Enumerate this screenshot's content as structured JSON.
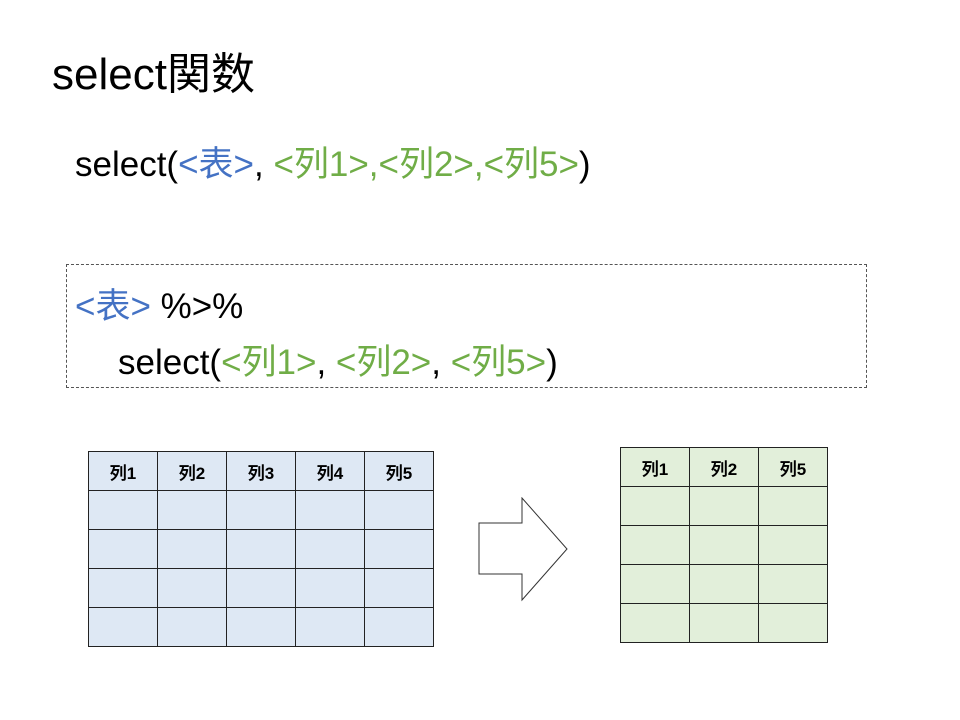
{
  "title": "select関数",
  "syntax": {
    "prefix": "select(",
    "table": "<表>",
    "sep1": ", ",
    "cols": "<列1>,<列2>,<列5>",
    "suffix": ")"
  },
  "pipe": {
    "table": "<表>",
    "op": " %>%",
    "call_prefix": "select(",
    "col1": "<列1>",
    "sep": ", ",
    "col2": "<列2>",
    "col5": "<列5>",
    "suffix": ")"
  },
  "colors": {
    "blue": "#4472C4",
    "green": "#70AD47",
    "table_before": "#DEE8F4",
    "table_after": "#E2EFDA"
  },
  "table_before": {
    "headers": [
      "列1",
      "列2",
      "列3",
      "列4",
      "列5"
    ],
    "rows": 4
  },
  "table_after": {
    "headers": [
      "列1",
      "列2",
      "列5"
    ],
    "rows": 4
  },
  "arrow_icon": "right-arrow-icon"
}
